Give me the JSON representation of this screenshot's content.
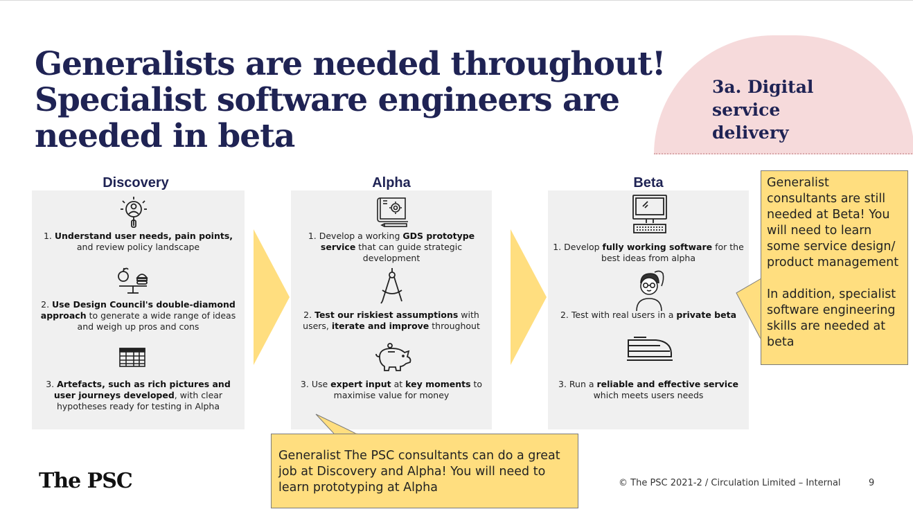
{
  "title": {
    "line1": "Generalists are needed throughout!",
    "line2": "Specialist software engineers are",
    "line3": "needed in beta"
  },
  "section_tag": "3a. Digital service delivery",
  "colors": {
    "navy": "#1f2354",
    "pink": "#f6dadb",
    "yellow": "#ffde7f",
    "panel": "#f0f0f0"
  },
  "columns": [
    {
      "title": "Discovery",
      "steps": [
        {
          "icon": "user-research-icon",
          "num": "1. ",
          "b1": "Understand user needs, pain points,",
          "t1": " and review policy landscape",
          "b2": "",
          "t2": ""
        },
        {
          "icon": "weighing-scale-icon",
          "num": "2. ",
          "b1": "Use Design Council's double-diamond approach",
          "t1": " to generate a wide range of ideas and weigh up pros and cons",
          "b2": "",
          "t2": ""
        },
        {
          "icon": "spreadsheet-icon",
          "num": "3. ",
          "b1": "Artefacts, such as rich pictures and user journeys developed",
          "t1": ", with clear hypotheses ready for testing in Alpha",
          "b2": "",
          "t2": ""
        }
      ]
    },
    {
      "title": "Alpha",
      "steps": [
        {
          "icon": "blueprint-icon",
          "num": "1. ",
          "pre": "Develop a working ",
          "b1": "GDS prototype service",
          "t1": " that can guide strategic development",
          "b2": "",
          "t2": ""
        },
        {
          "icon": "compass-icon",
          "num": "2. ",
          "b1": "Test our riskiest assumptions",
          "t1": " with users, ",
          "b2": "iterate and improve",
          "t2": " throughout"
        },
        {
          "icon": "piggy-bank-icon",
          "num": "3. ",
          "pre": "Use ",
          "b1": "expert input",
          "t1": " at ",
          "b2": "key moments",
          "t2": " to maximise value for money"
        }
      ]
    },
    {
      "title": "Beta",
      "steps": [
        {
          "icon": "computer-icon",
          "num": "1. ",
          "pre": "Develop ",
          "b1": "fully working software",
          "t1": " for the best ideas from alpha",
          "b2": "",
          "t2": ""
        },
        {
          "icon": "user-avatar-icon",
          "num": "2. ",
          "pre": "Test with real users in a ",
          "b1": "private beta",
          "t1": "",
          "b2": "",
          "t2": ""
        },
        {
          "icon": "train-icon",
          "num": "3. ",
          "pre": "Run a ",
          "b1": "reliable and effective service",
          "t1": " which meets users needs",
          "b2": "",
          "t2": ""
        }
      ]
    }
  ],
  "callout_right": {
    "p1": "Generalist consultants are still needed at Beta! You will need to learn some service design/ product management",
    "p2": "In addition, specialist software engineering skills are needed at beta"
  },
  "callout_bottom": "Generalist The PSC consultants can do a great job at Discovery and Alpha! You will need to learn prototyping at Alpha",
  "logo": "The PSC",
  "footer": "© The PSC 2021-2 / Circulation Limited – Internal",
  "page_number": "9"
}
